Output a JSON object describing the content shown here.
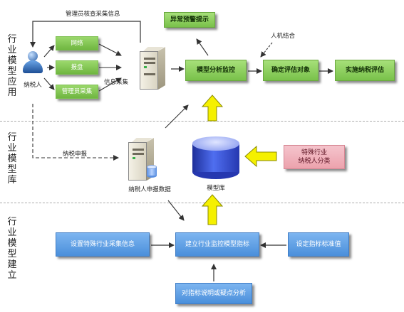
{
  "sections": {
    "application": "行业模型应用",
    "library": "行业模型库",
    "building": "行业模型建立"
  },
  "top_loop_label": "管理员核查采集信息",
  "taxpayer_label": "纳税人",
  "sources": [
    "网络",
    "报盘",
    "管理员采集"
  ],
  "info_collect_label": "信息采集",
  "alert": "异常预警提示",
  "human_machine": "人机结合",
  "app_chain": [
    "模型分析监控",
    "确定评估对象",
    "实施纳税评估"
  ],
  "declare_label": "纳税申报",
  "declare_data_label": "纳税人申报数据",
  "model_db_label": "模型库",
  "special_industry": "特殊行业\n纳税人分类",
  "build_boxes": {
    "left": "设置特殊行业采集信息",
    "center": "建立行业监控模型指标",
    "right": "设定指标标准值",
    "bottom": "对指标说明或疑点分析"
  },
  "colors": {
    "green_box": "#79c14a",
    "blue_box": "#4a8fdb",
    "pink_box": "#eca2ad",
    "yellow_arrow": "#f5f000",
    "cylinder": "#2638b0"
  }
}
